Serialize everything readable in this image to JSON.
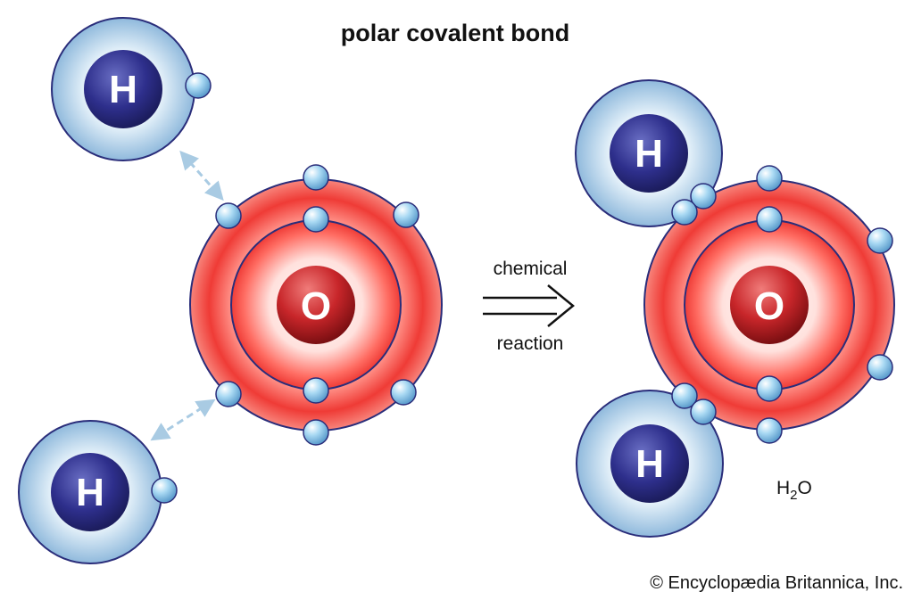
{
  "title": "polar covalent bond",
  "reaction": {
    "top_label": "chemical",
    "bottom_label": "reaction"
  },
  "atoms": {
    "hydrogen_symbol": "H",
    "oxygen_symbol": "O"
  },
  "product": {
    "formula_main": "H",
    "formula_subscript": "2",
    "formula_tail": "O"
  },
  "credit": "© Encyclopædia Britannica, Inc.",
  "colors": {
    "hydrogen_shell": "#bcd9ee",
    "hydrogen_nucleus": "#2e2f8c",
    "oxygen_shell": "#ef3b36",
    "oxygen_nucleus": "#b01e22",
    "electron": "#8cc8ec",
    "orbit_line": "#2a2d7a",
    "arrow_dashed": "#a9cbe3"
  }
}
